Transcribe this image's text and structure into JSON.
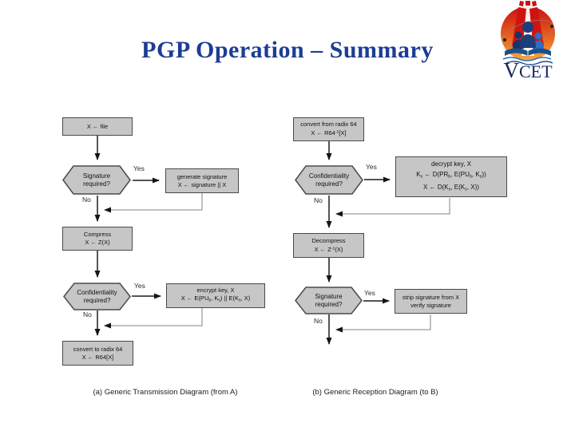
{
  "slide": {
    "title": "PGP Operation – Summary",
    "logo_text": "VCET"
  },
  "colors": {
    "title": "#1d3d94",
    "node_fill": "#c6c6c6",
    "node_border": "#4a4a4a",
    "arrow": "#1c1c1c",
    "feedback_line": "#838383",
    "text": "#111111"
  },
  "diagram_a": {
    "caption": "(a) Generic Transmission Diagram (from A)",
    "labels": {
      "yes_signature": "Yes",
      "no_signature": "No",
      "yes_confidentiality": "Yes",
      "no_confidentiality": "No"
    },
    "nodes": {
      "input_file": {
        "lines": [
          "X ← file"
        ]
      },
      "signature_required": {
        "lines": [
          "Signature",
          "required?"
        ]
      },
      "generate_signature": {
        "lines": [
          "generate signature",
          "X ← signature || X"
        ]
      },
      "compress": {
        "lines": [
          "Compress",
          "X ← Z(X)"
        ]
      },
      "confidentiality_required": {
        "lines": [
          "Confidentiality",
          "required?"
        ]
      },
      "encrypt": {
        "line1": "encrypt key, X",
        "formula": [
          {
            "t": "X ← E(PU"
          },
          {
            "t": "b",
            "s": "sub"
          },
          {
            "t": ", K"
          },
          {
            "t": "s",
            "s": "sub"
          },
          {
            "t": ") || E(K"
          },
          {
            "t": "s",
            "s": "sub"
          },
          {
            "t": ", X)"
          }
        ]
      },
      "to_radix64": {
        "lines": [
          "convert to radix 64",
          "X ← R64[X]"
        ]
      }
    }
  },
  "diagram_b": {
    "caption": "(b) Generic Reception Diagram (to B)",
    "labels": {
      "yes_confidentiality": "Yes",
      "no_confidentiality": "No",
      "yes_signature": "Yes",
      "no_signature": "No"
    },
    "nodes": {
      "from_radix64": {
        "line1": "convert from radix 64",
        "formula": [
          {
            "t": "X ← R64"
          },
          {
            "t": "-1",
            "s": "sup"
          },
          {
            "t": "[X]"
          }
        ]
      },
      "confidentiality_required": {
        "lines": [
          "Confidentiality",
          "required?"
        ]
      },
      "decrypt": {
        "line1": "decrypt key, X",
        "formula2": [
          {
            "t": "K"
          },
          {
            "t": "s",
            "s": "sub"
          },
          {
            "t": " ← D(PR"
          },
          {
            "t": "b",
            "s": "sub"
          },
          {
            "t": ", E(PU"
          },
          {
            "t": "b",
            "s": "sub"
          },
          {
            "t": ", K"
          },
          {
            "t": "s",
            "s": "sub"
          },
          {
            "t": "))"
          }
        ],
        "formula3": [
          {
            "t": "X ← D(K"
          },
          {
            "t": "s",
            "s": "sub"
          },
          {
            "t": ", E(K"
          },
          {
            "t": "s",
            "s": "sub"
          },
          {
            "t": ", X))"
          }
        ]
      },
      "decompress": {
        "line1": "Decompress",
        "formula": [
          {
            "t": "X ← Z"
          },
          {
            "t": "-1",
            "s": "sup"
          },
          {
            "t": "(X)"
          }
        ]
      },
      "signature_required": {
        "lines": [
          "Signature",
          "required?"
        ]
      },
      "strip_signature": {
        "lines": [
          "strip signature from X",
          "verify signature"
        ]
      }
    }
  }
}
